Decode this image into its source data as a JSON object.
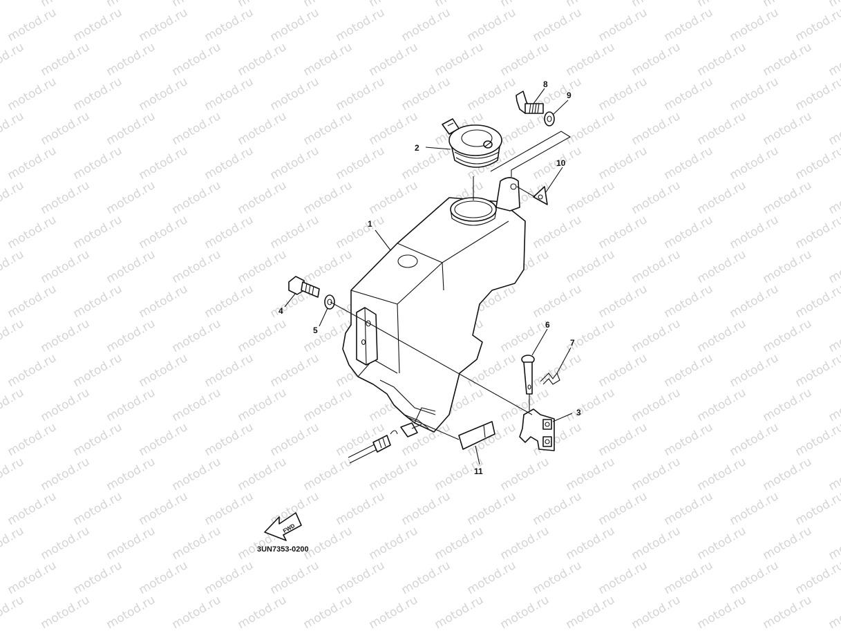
{
  "watermark": {
    "text": "motod.ru",
    "color": "#b8b8b8"
  },
  "callouts": [
    {
      "id": "1",
      "label": "1"
    },
    {
      "id": "2",
      "label": "2"
    },
    {
      "id": "3",
      "label": "3"
    },
    {
      "id": "4",
      "label": "4"
    },
    {
      "id": "5",
      "label": "5"
    },
    {
      "id": "6",
      "label": "6"
    },
    {
      "id": "7",
      "label": "7"
    },
    {
      "id": "8",
      "label": "8"
    },
    {
      "id": "9",
      "label": "9"
    },
    {
      "id": "10",
      "label": "10"
    },
    {
      "id": "11",
      "label": "11"
    }
  ],
  "fwd_arrow": {
    "label": "FWD",
    "icon": "fwd-arrow-icon"
  },
  "diagram_code": "3UN7353-0200",
  "colors": {
    "line": "#111111",
    "background": "#ffffff"
  }
}
